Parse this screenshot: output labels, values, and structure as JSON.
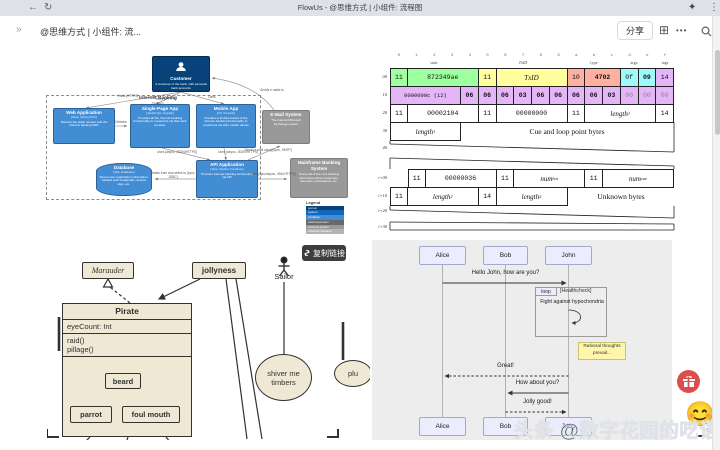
{
  "colors": {
    "c4_person": "#08427b",
    "c4_container": "#438dd5",
    "c4_external": "#999999",
    "byte_green": "#a0ffa0",
    "byte_yellow": "#ffffa0",
    "byte_pink": "#ffb0a0",
    "byte_cyan": "#a0fafa",
    "byte_purple": "#e4b5f7",
    "uml_fill": "#eee8d5",
    "uml_stroke": "#33322e",
    "seq_participant": "#ececff",
    "seq_note": "#fff5ad",
    "fab_red": "#da4f4b"
  },
  "browser": {
    "title": "FlowUs - @思维方式 | 小组件: 流程图",
    "back_icon": "←",
    "reload_icon": "↻",
    "extensions_icon": "✦",
    "menu_icon": "⋮"
  },
  "toolbar": {
    "collapse_icon": "»",
    "breadcrumb": "@思维方式 | 小组件: 流...",
    "share_label": "分享",
    "grid_icon": "⊞",
    "more_icon": "•••"
  },
  "c4": {
    "boundary_label": "Internet Banking",
    "boundary_sublabel": "[System]",
    "customer": {
      "title": "Customer",
      "desc": "A customer of the bank, with personal bank accounts"
    },
    "web_app": {
      "title": "Web Application",
      "tech": "[Java, Spring MVC]",
      "desc": "Delivers the static content and the Internet banking SPA"
    },
    "spa": {
      "title": "Single-Page App",
      "tech": "[JavaScript, Angular]",
      "desc": "Provides all the Internet banking functionality to customers via their web browser"
    },
    "mobile": {
      "title": "Mobile App",
      "tech": "[C#, Xamarin]",
      "desc": "Provides a limited subset of the Internet banking functionality to customers via their mobile device"
    },
    "email": {
      "title": "E-Mail System",
      "desc": "The internal Microsoft Exchange system"
    },
    "database": {
      "title": "Database",
      "tech": "[SQL Database]",
      "desc": "Stores user registration information, hashed auth credentials, access logs, etc."
    },
    "api": {
      "title": "API Application",
      "tech": "[Java, Docker Container]",
      "desc": "Provides Internet banking functionality via API"
    },
    "mainframe": {
      "title": "Mainframe Banking System",
      "desc": "Stores all of the core banking information about customers, accounts, transactions, etc."
    },
    "edges": {
      "visits": "Visits [HTTPS]",
      "uses_https": "Uses [HTTPS]",
      "uses": "Uses",
      "delivers": "Delivers",
      "sends_emails": "Sends e-mails to",
      "uses_async_spa": "Uses [async, JSON/HTTPS]",
      "uses_async_mobile": "Uses [async, JSON/HTTPS]",
      "reads_writes": "Reads from and writes to [sync, JDBC]",
      "uses_xml": "Uses [sync/async, XML/HTTPS]",
      "sends_email_smtp": "Sends e-mail using [sync, SMTP]"
    },
    "legend": {
      "title": "Legend",
      "items": [
        {
          "label": "person",
          "color": "#08427b"
        },
        {
          "label": "system",
          "color": "#1168bd"
        },
        {
          "label": "container",
          "color": "#438dd5"
        },
        {
          "label": "external person",
          "color": "#686868"
        },
        {
          "label": "external system",
          "color": "#999999"
        },
        {
          "label": "external container",
          "color": "#b3b3b3"
        }
      ]
    }
  },
  "bytefield": {
    "columns": [
      "0",
      "1",
      "2",
      "3",
      "4",
      "5",
      "6",
      "7",
      "8",
      "9",
      "a",
      "b",
      "c",
      "d",
      "e",
      "f"
    ],
    "groups": [
      "start",
      "TxID",
      "type",
      "args",
      "tags"
    ],
    "row_labels": [
      "00",
      "10",
      "20",
      "30",
      "40",
      "i+00",
      "i+10",
      "i+20",
      "i+30"
    ],
    "row00": [
      "11",
      "872349ae",
      "11",
      "TxID",
      "10",
      "4702",
      "0f",
      "09",
      "14"
    ],
    "row10": [
      "0000000c (12)",
      "06",
      "06",
      "06",
      "03",
      "06",
      "06",
      "06",
      "06",
      "03",
      "00",
      "00",
      "00"
    ],
    "row20": {
      "c0": "11",
      "c1": "00002104",
      "c2": "11",
      "c3": "00000000",
      "c4": "11",
      "len_base": "length",
      "len_sub": "1",
      "c6": "14"
    },
    "row30": {
      "len_base": "length",
      "len_sub": "1",
      "gap_text": "Cue and loop point bytes"
    },
    "rowi0": {
      "c0": "11",
      "c1": "00000036",
      "c2": "11",
      "num1_base": "num",
      "num1_sub": "hot",
      "c4": "11",
      "num2_base": "num",
      "num2_sub": "cue"
    },
    "rowi1": {
      "c0": "11",
      "len1_base": "length",
      "len1_sub": "2",
      "c2": "14",
      "len2_base": "length",
      "len2_sub": "2",
      "gap_text": "Unknown bytes"
    }
  },
  "uml": {
    "marauder": "Marauder",
    "jollyness": "jollyness",
    "pirate_title": "Pirate",
    "pirate_attr": "eyeCount: Int",
    "pirate_m1": "raid()",
    "pirate_m2": "pillage()",
    "beard": "beard",
    "parrot": "parrot",
    "foul_mouth": "foul mouth",
    "sailor": "Sailor",
    "usecase_line1": "shiver me",
    "usecase_line2": "timbers",
    "usecase_partial": "plu"
  },
  "sequence": {
    "participants": [
      "Alice",
      "Bob",
      "John"
    ],
    "msg_hello": "Hello John, how are you?",
    "loop_label": "loop",
    "loop_cond": "[Healthcheck]",
    "loop_msg": "Fight against hypochondria",
    "note_line1": "Rational thoughts",
    "note_line2": "prevail...",
    "msg_great": "Great!",
    "msg_how": "How about you?",
    "msg_jolly": "Jolly good!"
  },
  "overlay": {
    "copy_link_label": "复制链接"
  },
  "watermark": {
    "text": "头条 @数字花园的呓语",
    "emoji": "😊"
  }
}
